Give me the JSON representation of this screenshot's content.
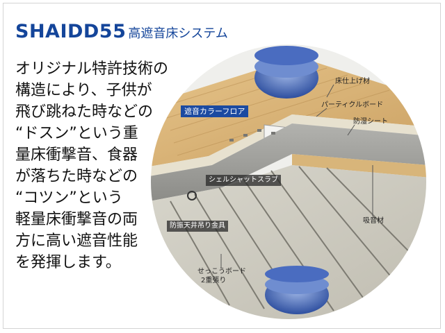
{
  "header": {
    "brand": "SHAIDD55",
    "subtitle": "高遮音床システム"
  },
  "description_lines": [
    "オリジナル特許技術の",
    "構造により、子供が",
    "飛び跳ねた時などの",
    "“ドスン”という重",
    "量床衝撃音、食器",
    "が落ちた時などの",
    "“コツン”という",
    "軽量床衝撃音の両",
    "方に高い遮音性能",
    "を発揮します。"
  ],
  "diagram": {
    "labels": {
      "floor_finish": "床仕上げ材",
      "particle_board": "パーティクルボード",
      "moisture_sheet": "防湿シート",
      "sound_floor": "遮音カラーフロア",
      "shell_slab": "シェルシャットスラブ",
      "absorber": "吸音材",
      "hanger": "防振天井吊り金具",
      "gypsum_line1": "せっこうボード",
      "gypsum_line2": "2重張り"
    },
    "colors": {
      "brand_blue": "#14459a",
      "wave_blue": "#3a5fb0",
      "wood": "#d9b270",
      "concrete": "#9a9a96"
    }
  }
}
